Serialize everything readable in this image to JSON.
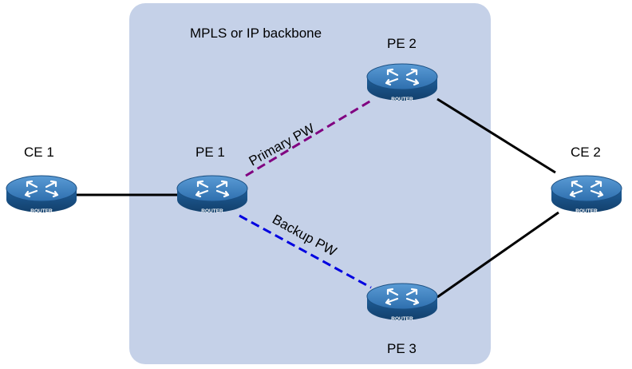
{
  "backbone": {
    "label": "MPLS or IP backbone",
    "color": "#c5d1e8"
  },
  "router_badge": "ROUTER",
  "nodes": {
    "ce1": {
      "label": "CE 1"
    },
    "pe1": {
      "label": "PE 1"
    },
    "pe2": {
      "label": "PE 2"
    },
    "pe3": {
      "label": "PE 3"
    },
    "ce2": {
      "label": "CE 2"
    }
  },
  "links": {
    "primary_pw": {
      "label": "Primary PW",
      "color": "#800080",
      "style": "dashed"
    },
    "backup_pw": {
      "label": "Backup PW",
      "color": "#0000e0",
      "style": "dashed"
    }
  },
  "colors": {
    "router_body": "#1f5f9a",
    "router_top": "#3f86c4",
    "link_solid": "#000000"
  }
}
